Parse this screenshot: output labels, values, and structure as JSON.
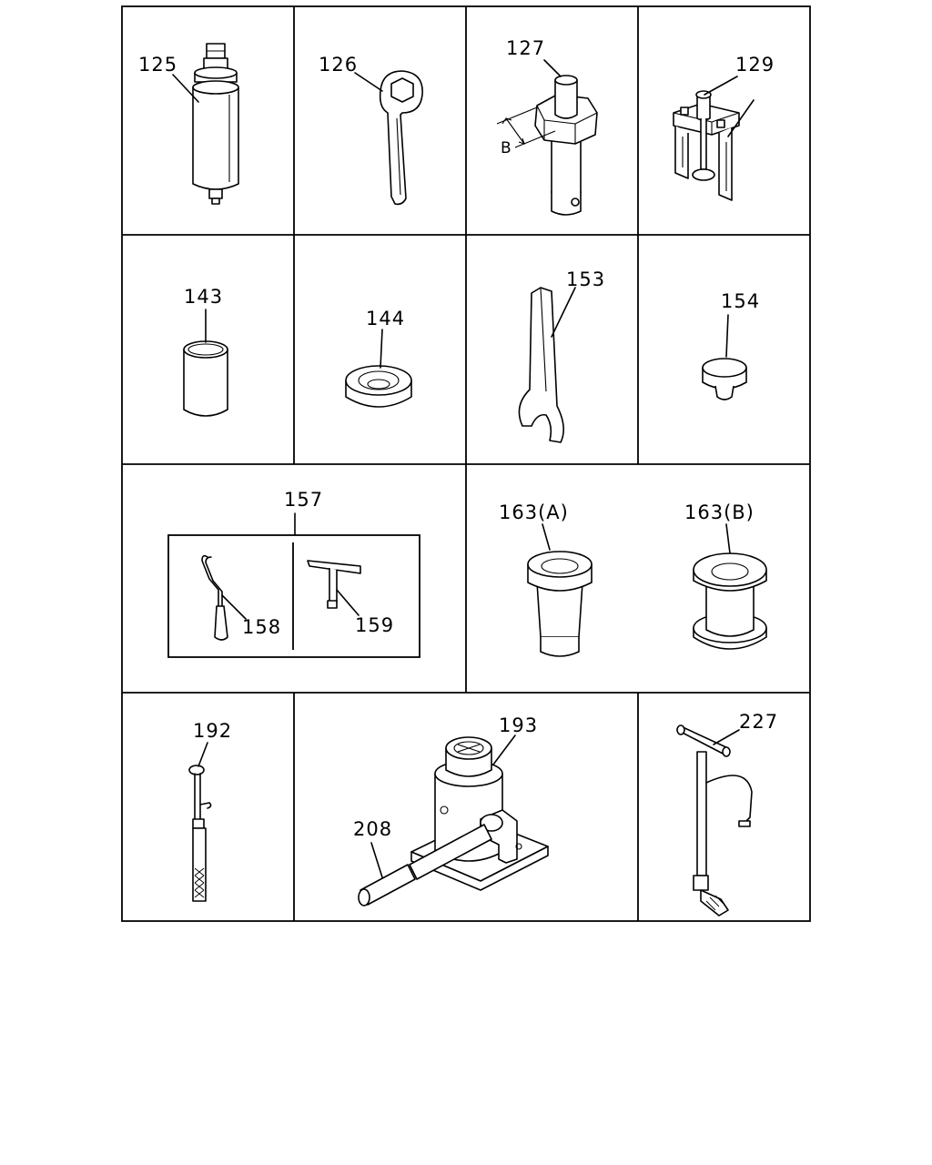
{
  "parts": {
    "p125": "125",
    "p126": "126",
    "p127": "127",
    "p127_dim": "B",
    "p129": "129",
    "p143": "143",
    "p144": "144",
    "p153": "153",
    "p154": "154",
    "p157": "157",
    "p158": "158",
    "p159": "159",
    "p163a": "163(A)",
    "p163b": "163(B)",
    "p192": "192",
    "p193": "193",
    "p208": "208",
    "p227": "227"
  }
}
